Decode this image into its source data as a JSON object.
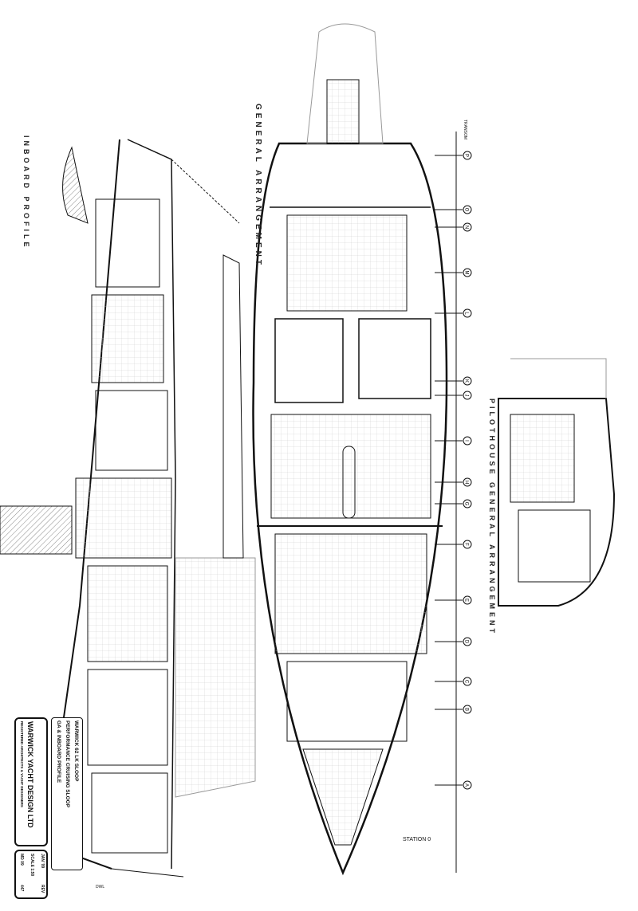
{
  "labels": {
    "inboard_profile": "INBOARD PROFILE",
    "general_arrangement": "GENERAL ARRANGEMENT",
    "pilothouse_ga": "PILOTHOUSE GENERAL ARRANGEMENT",
    "transom": "TRANSOM",
    "station_0": "STATION 0",
    "dwl": "DWL"
  },
  "stations": [
    "P",
    "O",
    "N",
    "M",
    "L",
    "K",
    "J",
    "I",
    "H",
    "G",
    "F",
    "E",
    "D",
    "C",
    "B",
    "A"
  ],
  "title_block": {
    "project_line1": "WARWICK 62 LK SLOOP",
    "project_line2": "PERFORMANCE CRUISING SLOOP",
    "project_line3": "GA & INBOARD PROFILE",
    "company": "WARWICK YACHT DESIGN LTD",
    "company_sub": "REGISTERED ARCHITECTS & YACHT DESIGNERS",
    "date": "JAN '09",
    "rev": "REV",
    "scale": "SCALE 1:50",
    "drawn": "MD 09",
    "drawing_no": "447"
  },
  "colors": {
    "line": "#111111",
    "hatch": "#888888"
  }
}
